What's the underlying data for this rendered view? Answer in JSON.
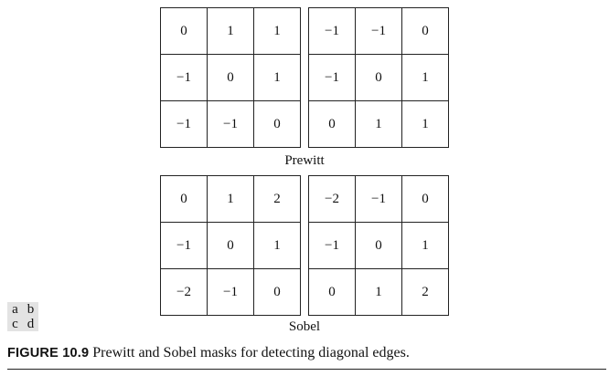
{
  "masks": {
    "prewitt_1": [
      [
        "0",
        "1",
        "1"
      ],
      [
        "−1",
        "0",
        "1"
      ],
      [
        "−1",
        "−1",
        "0"
      ]
    ],
    "prewitt_2": [
      [
        "−1",
        "−1",
        "0"
      ],
      [
        "−1",
        "0",
        "1"
      ],
      [
        "0",
        "1",
        "1"
      ]
    ],
    "sobel_1": [
      [
        "0",
        "1",
        "2"
      ],
      [
        "−1",
        "0",
        "1"
      ],
      [
        "−2",
        "−1",
        "0"
      ]
    ],
    "sobel_2": [
      [
        "−2",
        "−1",
        "0"
      ],
      [
        "−1",
        "0",
        "1"
      ],
      [
        "0",
        "1",
        "2"
      ]
    ]
  },
  "labels": {
    "prewitt": "Prewitt",
    "sobel": "Sobel"
  },
  "panel_key": [
    [
      "a",
      "b"
    ],
    [
      "c",
      "d"
    ]
  ],
  "caption": {
    "figure_number": "FIGURE 10.9",
    "text": "Prewitt and Sobel masks for detecting diagonal edges."
  }
}
